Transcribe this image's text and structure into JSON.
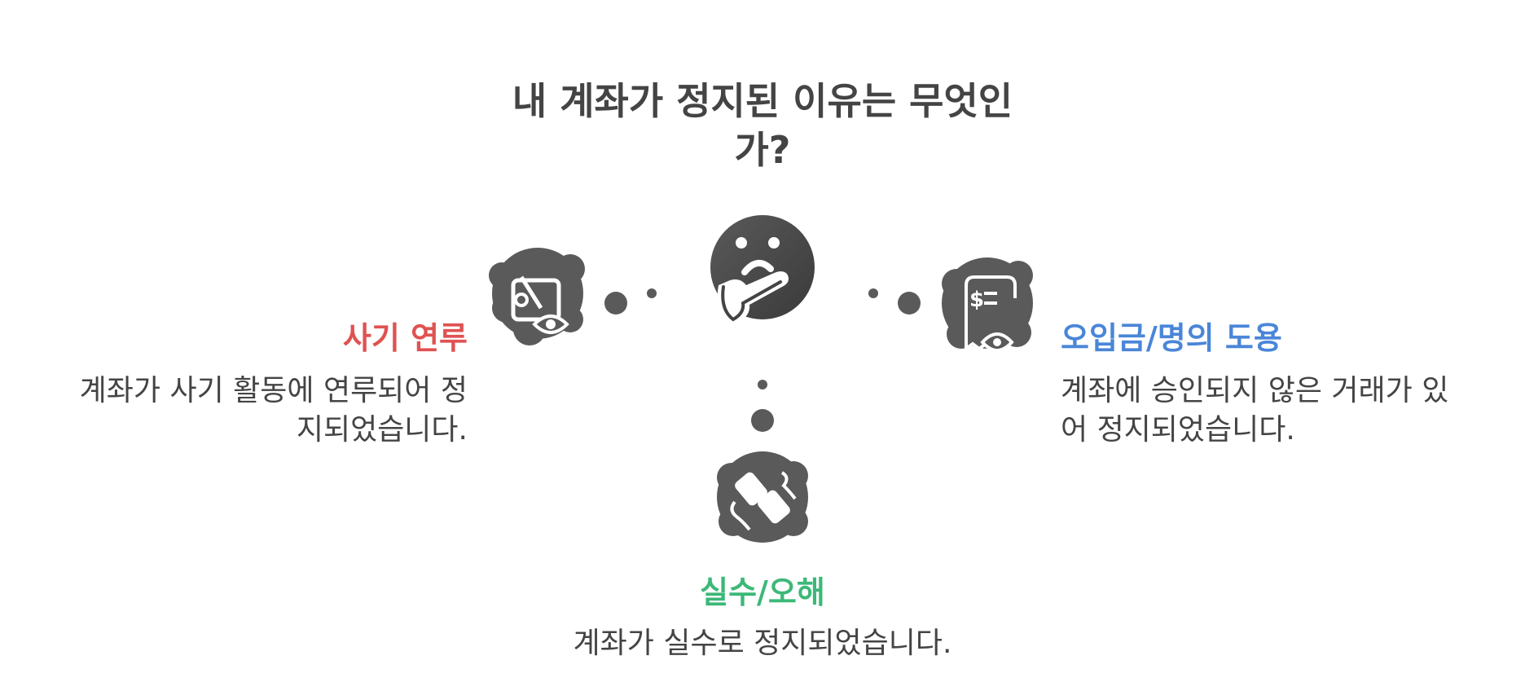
{
  "title": {
    "line1": "내 계좌가 정지된 이유는 무엇인",
    "line2": "가?"
  },
  "branches": {
    "fraud": {
      "title": "사기 연루",
      "desc_line1": "계좌가 사기 활동에 연루되어 정",
      "desc_line2": "지되었습니다.",
      "color": "#e05252",
      "icon": "wallet-eye-icon"
    },
    "misuse": {
      "title": "오입금/명의 도용",
      "desc_line1": "계좌에 승인되지 않은 거래가 있",
      "desc_line2": "어 정지되었습니다.",
      "color": "#4a86d8",
      "icon": "receipt-eye-icon"
    },
    "mistake": {
      "title": "실수/오해",
      "desc_line1": "계좌가 실수로 정지되었습니다.",
      "color": "#3cb878",
      "icon": "broken-handshake-icon"
    }
  },
  "center": {
    "icon": "thinking-face-icon"
  },
  "colors": {
    "text": "#444444",
    "icon_fill": "#5a5a5a",
    "dots": "#5a5a5a"
  }
}
